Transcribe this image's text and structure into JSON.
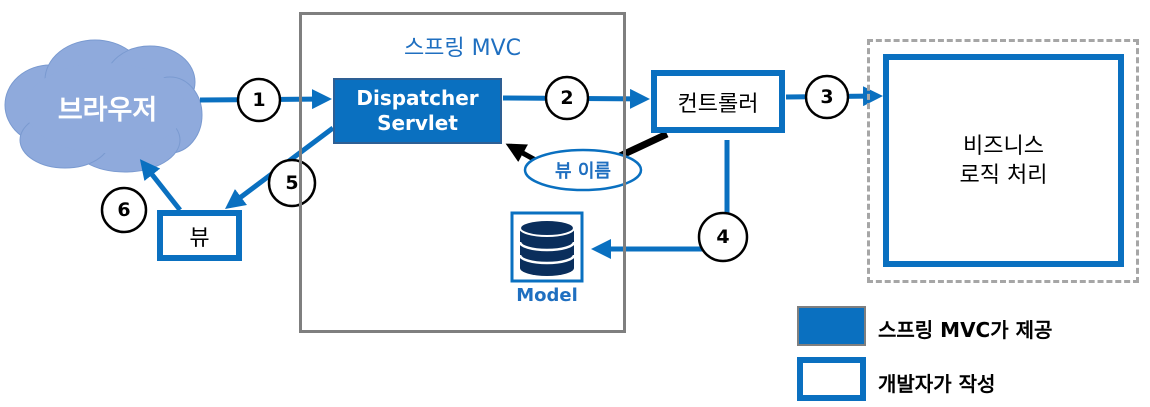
{
  "diagram": {
    "spring_container_title": "스프링 MVC",
    "browser_label": "브라우저",
    "dispatcher_servlet_label": [
      "Dispatcher",
      "Servlet"
    ],
    "controller_label": "컨트롤러",
    "view_label": "뷰",
    "view_name_label": "뷰 이름",
    "model_label": "Model",
    "business_logic_label": [
      "비즈니스",
      "로직 처리"
    ],
    "step_numbers": [
      "1",
      "2",
      "3",
      "4",
      "5",
      "6"
    ],
    "legend": [
      {
        "label": "스프링 MVC가 제공",
        "style": "filled"
      },
      {
        "label": "개발자가 작성",
        "style": "outlined"
      }
    ],
    "colors": {
      "accent_blue": "#0a70c0",
      "cloud_fill": "#8faadc",
      "container_border": "#7f7f7f",
      "dashed_border": "#a6a6a6",
      "title_blue": "#1f6fc0"
    }
  }
}
